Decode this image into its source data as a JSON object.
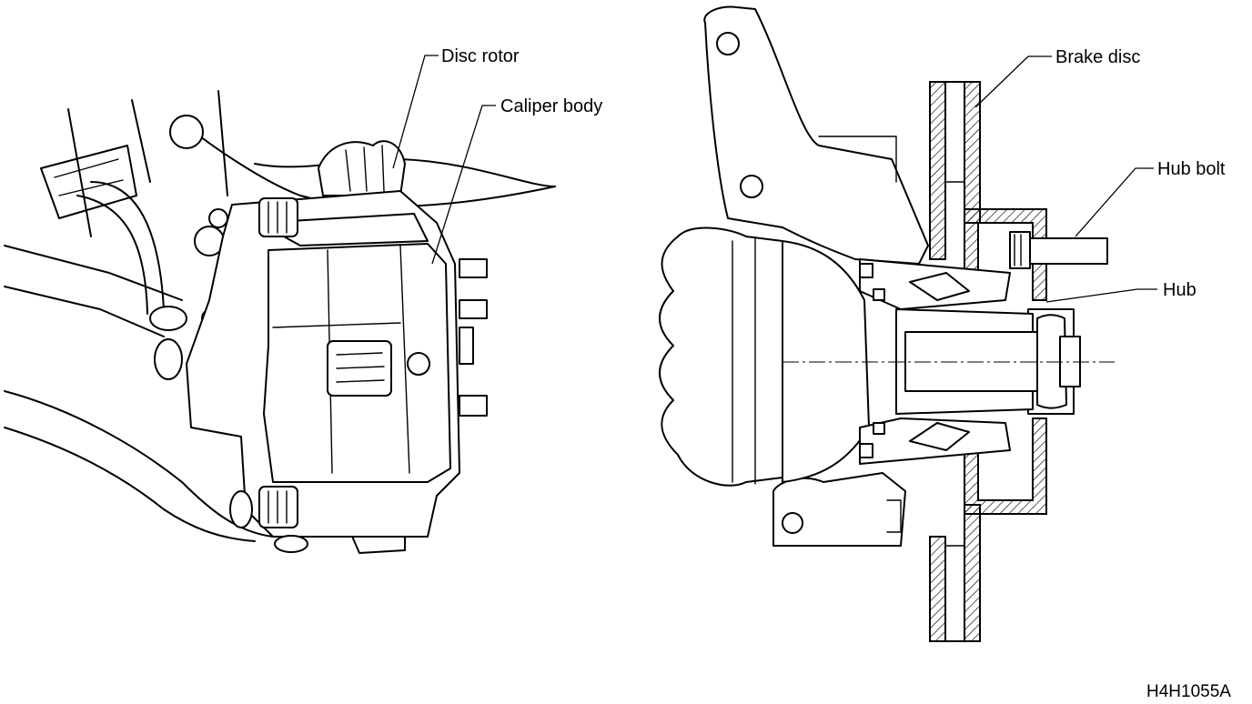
{
  "labels": {
    "disc_rotor": "Disc rotor",
    "caliper_body": "Caliper body",
    "brake_disc": "Brake disc",
    "hub_bolt": "Hub bolt",
    "hub": "Hub"
  },
  "figure_code": "H4H1055A"
}
